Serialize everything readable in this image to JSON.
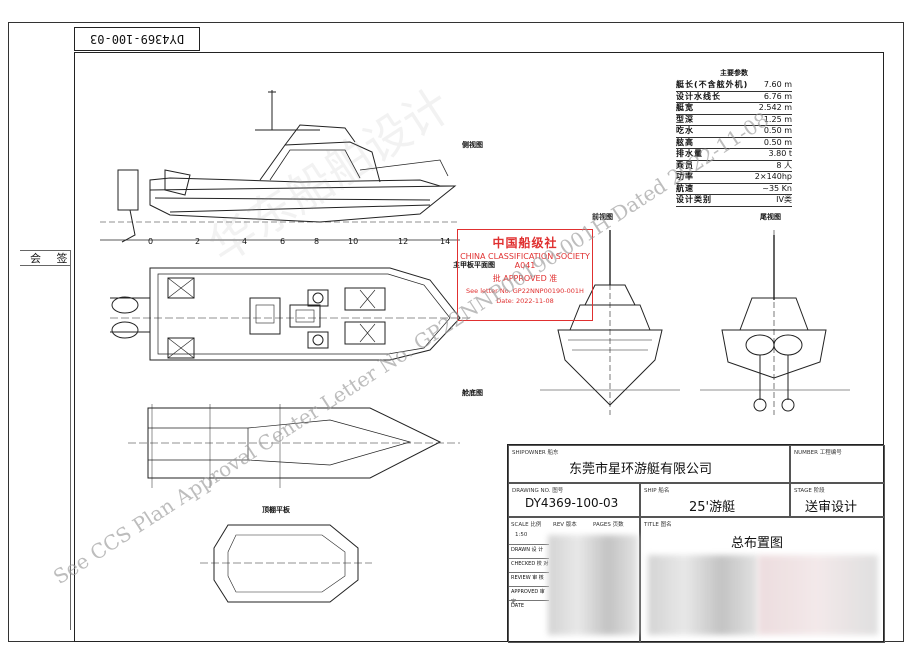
{
  "drawing_number_top": "DY4369-100-03",
  "sidebar": {
    "countersign_label": "会 签"
  },
  "specs": {
    "title": "主要参数",
    "rows": [
      {
        "label": "艇长(不含舷外机)",
        "value": "7.60 m"
      },
      {
        "label": "设计水线长",
        "value": "6.76 m"
      },
      {
        "label": "艇宽",
        "value": "2.542 m"
      },
      {
        "label": "型深",
        "value": "1.25 m"
      },
      {
        "label": "吃水",
        "value": "0.50 m"
      },
      {
        "label": "舷高",
        "value": "0.50 m"
      },
      {
        "label": "排水量",
        "value": "3.80 t"
      },
      {
        "label": "乘员",
        "value": "8 人"
      },
      {
        "label": "功率",
        "value": "2×140hp"
      },
      {
        "label": "航速",
        "value": "~35 Kn"
      },
      {
        "label": "设计类别",
        "value": "IV类"
      }
    ]
  },
  "views": {
    "side": "侧视图",
    "deck_plan": "主甲板平面图",
    "bottom": "舱底图",
    "front": "前视图",
    "stern": "尾视图",
    "top": "顶棚平板"
  },
  "frame_numbers": [
    "0",
    "2",
    "4",
    "6",
    "8",
    "10",
    "12",
    "14"
  ],
  "stamp": {
    "org_cn": "中国船级社",
    "org_en": "CHINA CLASSIFICATION SOCIETY",
    "code": "A041",
    "approved": "批 APPROVED 准",
    "letter": "See letter No. GP22NNP00190-001H",
    "date": "Date: 2022-11-08"
  },
  "watermarks": {
    "line1": "See CCS Plan Approval Center Letter No. GP22NNP00190-001H Dated 2022-11-08",
    "bg_cn": "华东船舶设计"
  },
  "title_block": {
    "shipowner_label": "SHIPOWNER 船东",
    "shipowner": "东莞市星环游艇有限公司",
    "number_label": "NUMBER 工程编号",
    "drawing_label": "DRAWING NO. 图号",
    "drawing_no": "DY4369-100-03",
    "ship_label": "SHIP 船名",
    "ship_name": "25'游艇",
    "stage_label": "STAGE 阶段",
    "stage": "送审设计",
    "scale_label": "SCALE 比例",
    "rev_label": "REV 版本",
    "pages_label": "PAGES 页数",
    "title_label": "TITLE 图名",
    "scale": "1:50",
    "title": "总布置图",
    "rows": [
      "DRAWN 设 计",
      "CHECKED 校 对",
      "REVIEW 审 核",
      "APPROVED 审 定",
      "DATE"
    ]
  },
  "colors": {
    "stamp": "#e03030",
    "line": "#222222"
  }
}
